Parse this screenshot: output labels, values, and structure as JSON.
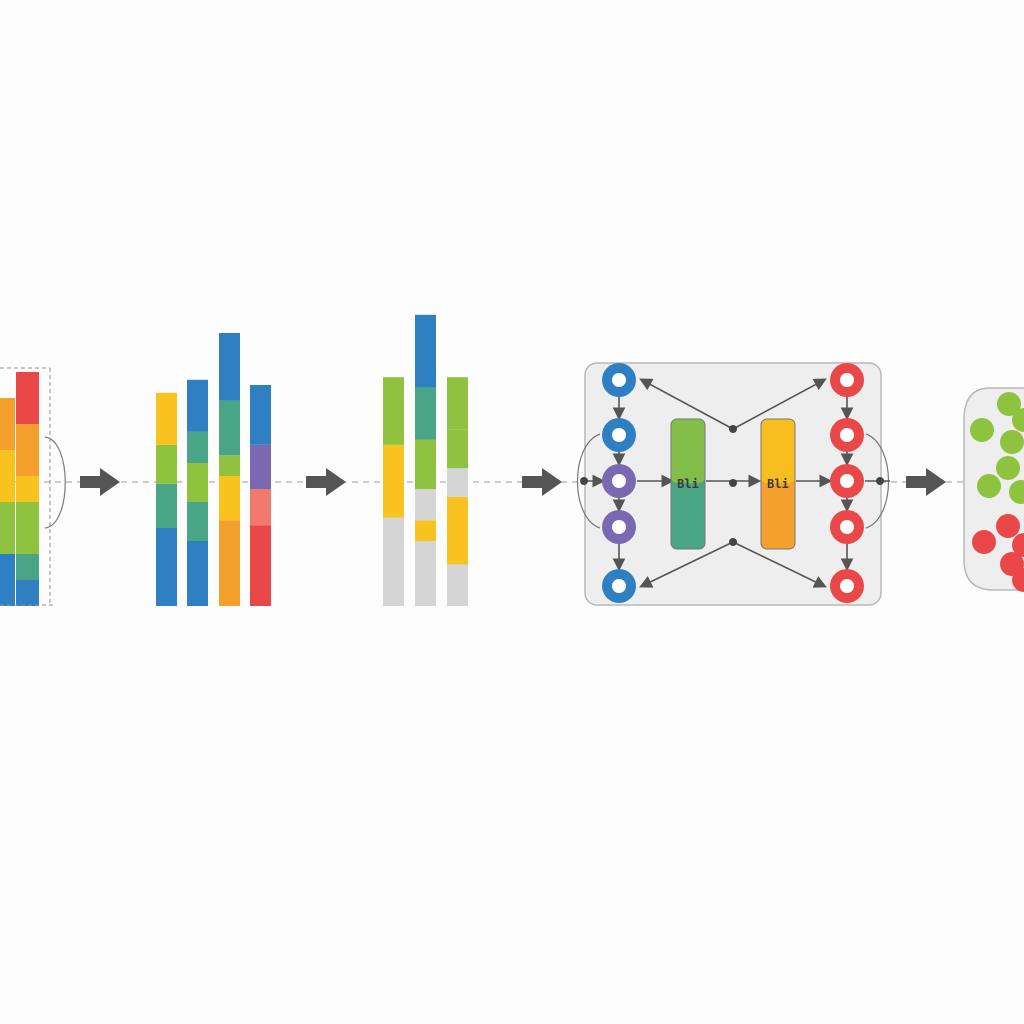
{
  "palette": {
    "blue": "#2f80c3",
    "teal": "#4aa586",
    "green": "#8ec23f",
    "yellow": "#f8c31f",
    "orange": "#f4a02c",
    "red": "#ea4848",
    "salmon": "#f07a6e",
    "gray": "#d5d5d5",
    "purple": "#7a68b3",
    "arrow": "#555555",
    "panel": "#eeeeee",
    "panel_border": "#b8b8b8"
  },
  "pipeline": {
    "stages": [
      {
        "name": "input-bars",
        "bars": [
          {
            "segments": [
              {
                "color": "blue",
                "value": 2
              },
              {
                "color": "green",
                "value": 2
              },
              {
                "color": "yellow",
                "value": 2
              },
              {
                "color": "orange",
                "value": 2
              }
            ]
          },
          {
            "segments": [
              {
                "color": "blue",
                "value": 1
              },
              {
                "color": "teal",
                "value": 1
              },
              {
                "color": "green",
                "value": 1
              },
              {
                "color": "green",
                "value": 1
              },
              {
                "color": "yellow",
                "value": 1
              },
              {
                "color": "orange",
                "value": 1
              },
              {
                "color": "orange",
                "value": 1
              },
              {
                "color": "red",
                "value": 2
              }
            ]
          }
        ]
      },
      {
        "name": "mixed-bars",
        "bars": [
          {
            "segments": [
              {
                "color": "blue",
                "value": 3
              },
              {
                "color": "teal",
                "value": 1.7
              },
              {
                "color": "green",
                "value": 1.5
              },
              {
                "color": "yellow",
                "value": 2
              }
            ]
          },
          {
            "segments": [
              {
                "color": "blue",
                "value": 2.5
              },
              {
                "color": "teal",
                "value": 1.5
              },
              {
                "color": "green",
                "value": 1.5
              },
              {
                "color": "teal",
                "value": 1.2
              },
              {
                "color": "blue",
                "value": 2
              }
            ]
          },
          {
            "segments": [
              {
                "color": "orange",
                "value": 3.3
              },
              {
                "color": "yellow",
                "value": 1.7
              },
              {
                "color": "green",
                "value": 0.8
              },
              {
                "color": "teal",
                "value": 2.1
              },
              {
                "color": "blue",
                "value": 2.6
              }
            ]
          },
          {
            "segments": [
              {
                "color": "red",
                "value": 3.1
              },
              {
                "color": "salmon",
                "value": 1.4
              },
              {
                "color": "purple",
                "value": 1.7
              },
              {
                "color": "blue",
                "value": 2.3
              }
            ]
          }
        ]
      },
      {
        "name": "masked-bars",
        "bars": [
          {
            "segments": [
              {
                "color": "gray",
                "value": 3.4
              },
              {
                "color": "yellow",
                "value": 2.8
              },
              {
                "color": "green",
                "value": 2.6
              }
            ]
          },
          {
            "segments": [
              {
                "color": "gray",
                "value": 2.5
              },
              {
                "color": "yellow",
                "value": 0.8
              },
              {
                "color": "gray",
                "value": 1.2
              },
              {
                "color": "green",
                "value": 1.9
              },
              {
                "color": "teal",
                "value": 2.0
              },
              {
                "color": "blue",
                "value": 2.8
              }
            ]
          },
          {
            "segments": [
              {
                "color": "gray",
                "value": 1.6
              },
              {
                "color": "yellow",
                "value": 2.6
              },
              {
                "color": "gray",
                "value": 1.1
              },
              {
                "color": "green",
                "value": 1.5
              },
              {
                "color": "green",
                "value": 2.0
              }
            ]
          }
        ]
      }
    ],
    "network": {
      "input_nodes": [
        "blue",
        "blue",
        "purple",
        "purple",
        "blue"
      ],
      "output_nodes": [
        "red",
        "red",
        "red",
        "red",
        "red"
      ],
      "encoder_block": {
        "label": "Bli",
        "colors": [
          "green",
          "teal"
        ]
      },
      "decoder_block": {
        "label": "Bli",
        "colors": [
          "yellow",
          "orange"
        ]
      }
    },
    "clusters": {
      "groups": [
        {
          "color": "green",
          "count": 7
        },
        {
          "color": "red",
          "count": 5
        }
      ]
    }
  }
}
